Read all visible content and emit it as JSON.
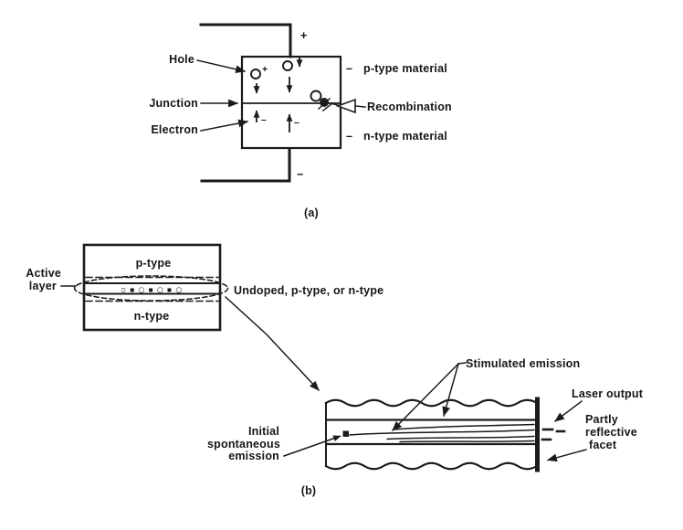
{
  "colors": {
    "ink": "#1b1b1b",
    "background": "#ffffff"
  },
  "panel_a": {
    "caption": "(a)",
    "terminal_plus": "+",
    "terminal_minus": "−",
    "label_hole": "Hole",
    "label_junction": "Junction",
    "label_electron": "Electron",
    "p_dash": "–",
    "label_p_material": "p-type material",
    "label_recombination": "Recombination",
    "n_dash": "–",
    "label_n_material": "n-type material",
    "hole_charge": "+",
    "electron_charge": "–"
  },
  "panel_b": {
    "caption": "(b)",
    "label_p_type": "p-type",
    "label_n_type": "n-type",
    "active_layer_line1": "Active",
    "active_layer_line2": "layer",
    "label_undoped": "Undoped, p-type, or n-type",
    "carrier_symbols": "▫▪○▪○▪○",
    "label_stimulated": "Stimulated emission",
    "initial_line1": "Initial",
    "initial_line2": "spontaneous",
    "initial_line3": "emission",
    "label_laser_output": "Laser output",
    "facet_line1": "Partly",
    "facet_line2": "reflective",
    "facet_line3": "facet"
  }
}
